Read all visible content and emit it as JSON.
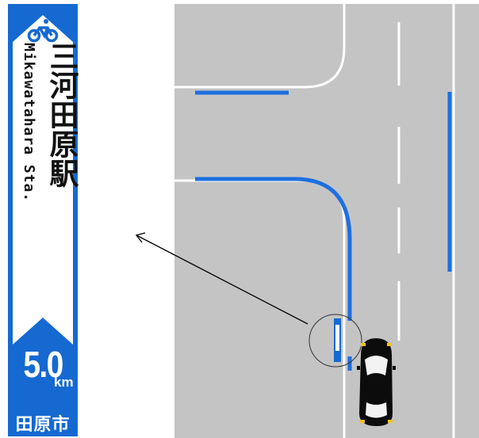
{
  "sign": {
    "station_ja": "三河田原駅",
    "station_en": "Mikawatahara Sta.",
    "distance_value": "5.0",
    "distance_unit": "km",
    "city": "田原市",
    "icon": "bicycle-icon",
    "colors": {
      "sign_blue": "#1569d1",
      "sign_bg": "#ffffff",
      "text": "#111111"
    }
  },
  "road": {
    "colors": {
      "asphalt": "#c4c4c4",
      "blue_line": "#1d6fe0",
      "white_line": "#ffffff",
      "car_body": "#0c0c0c"
    }
  }
}
